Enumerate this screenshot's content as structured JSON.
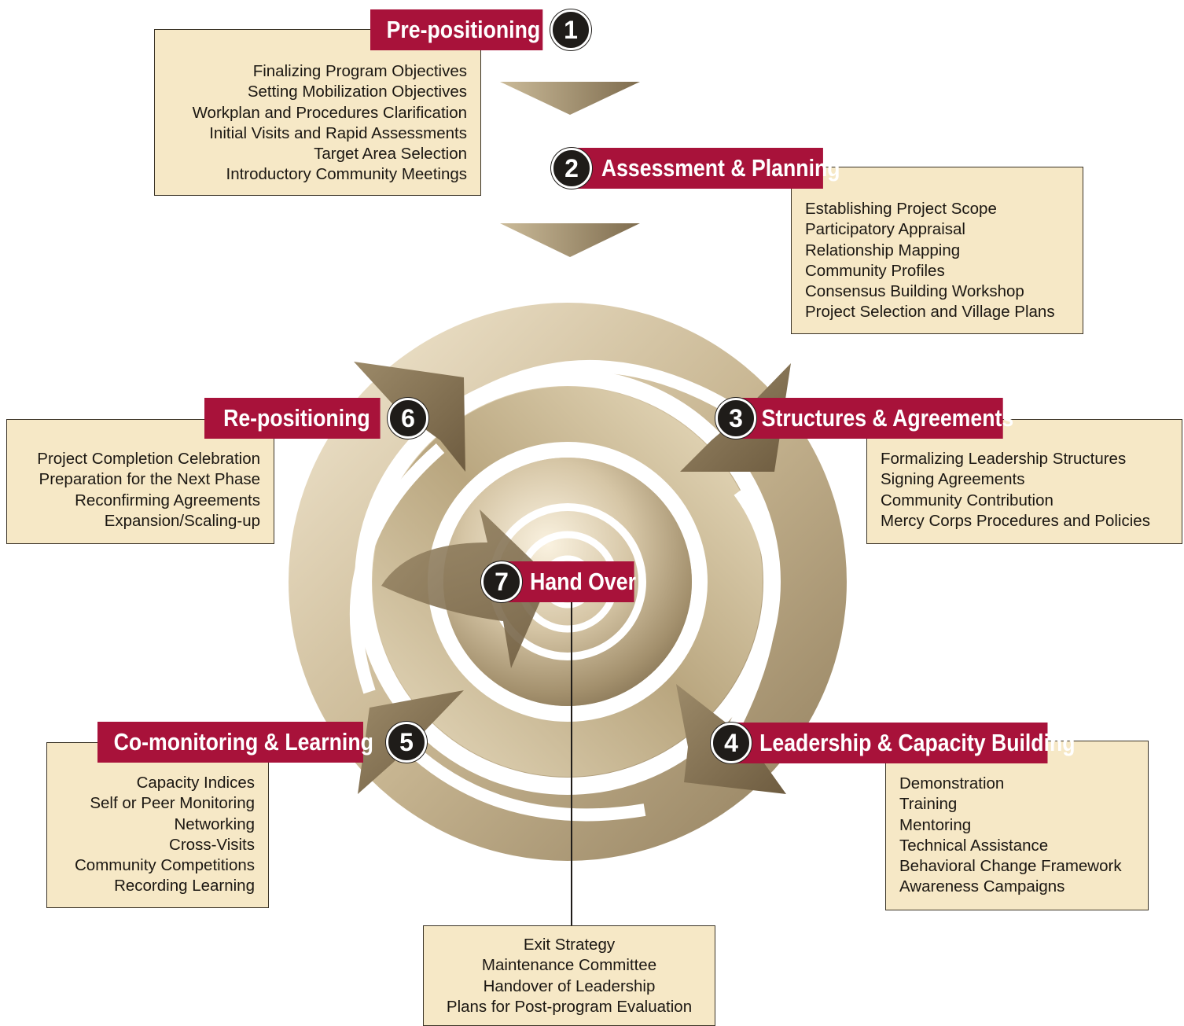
{
  "stages": [
    {
      "number": "1",
      "title": "Pre-positioning",
      "items": [
        "Finalizing Program Objectives",
        "Setting Mobilization Objectives",
        "Workplan and Procedures Clarification",
        "Initial Visits and Rapid Assessments",
        "Target Area Selection",
        "Introductory Community Meetings"
      ]
    },
    {
      "number": "2",
      "title": "Assessment & Planning",
      "items": [
        "Establishing Project Scope",
        "Participatory Appraisal",
        "Relationship Mapping",
        "Community Profiles",
        "Consensus Building Workshop",
        "Project Selection and Village Plans"
      ]
    },
    {
      "number": "3",
      "title": "Structures & Agreements",
      "items": [
        "Formalizing Leadership Structures",
        "Signing Agreements",
        "Community Contribution",
        "Mercy Corps Procedures and Policies"
      ]
    },
    {
      "number": "4",
      "title": "Leadership & Capacity Building",
      "items": [
        "Demonstration",
        "Training",
        "Mentoring",
        "Technical Assistance",
        "Behavioral Change Framework",
        "Awareness Campaigns"
      ]
    },
    {
      "number": "5",
      "title": "Co-monitoring & Learning",
      "items": [
        "Capacity Indices",
        "Self or Peer Monitoring",
        "Networking",
        "Cross-Visits",
        "Community Competitions",
        "Recording Learning"
      ]
    },
    {
      "number": "6",
      "title": "Re-positioning",
      "items": [
        "Project Completion Celebration",
        "Preparation for the Next Phase",
        "Reconfirming Agreements",
        "Expansion/Scaling-up"
      ]
    },
    {
      "number": "7",
      "title": "Hand Over",
      "items": [
        "Exit Strategy",
        "Maintenance Committee",
        "Handover of Leadership",
        "Plans for Post-program Evaluation"
      ]
    }
  ],
  "colors": {
    "label_red": "#a8123a",
    "box_fill": "#f6e8c6",
    "badge_dark": "#1f1c19",
    "arrow_gold": "#b5a282"
  }
}
